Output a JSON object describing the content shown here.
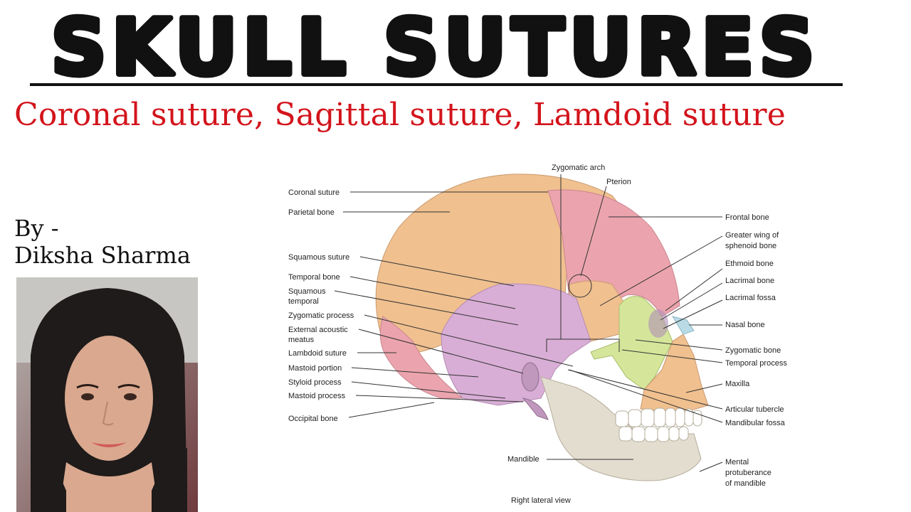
{
  "title": "SKULL SUTURES",
  "subtitle": "Coronal suture, Sagittal suture, Lamdoid suture",
  "author": {
    "by": "By -",
    "name": "Diksha Sharma"
  },
  "diagram": {
    "view_label": "Right lateral view",
    "labels_left": [
      "Coronal suture",
      "Parietal bone",
      "Squamous suture",
      "Temporal bone",
      "Squamous",
      "temporal",
      "Zygomatic process",
      "External acoustic",
      "meatus",
      "Lambdoid suture",
      "Mastoid portion",
      "Styloid process",
      "Mastoid process",
      "Occipital bone"
    ],
    "labels_top": [
      "Zygomatic arch",
      "Pterion"
    ],
    "labels_right": [
      "Frontal bone",
      "Greater wing of",
      "sphenoid bone",
      "Ethmoid bone",
      "Lacrimal bone",
      "Lacrimal fossa",
      "Nasal bone",
      "Zygomatic bone",
      "Temporal process",
      "Maxilla",
      "Articular tubercle",
      "Mandibular fossa",
      "Mental",
      "protuberance",
      "of mandible"
    ],
    "labels_bottom": [
      "Mandible"
    ],
    "colors": {
      "parietal": "#f0c08f",
      "frontal": "#eba4ad",
      "temporal": "#d8aed6",
      "sphenoid": "#f0c08f",
      "zygomatic": "#d5e69a",
      "nasal": "#b8dbe6",
      "mandible": "#e3ddd0",
      "occipital": "#eba4ad"
    }
  },
  "colors": {
    "subtitle": "#d3141c",
    "title_fill": "#111111"
  }
}
